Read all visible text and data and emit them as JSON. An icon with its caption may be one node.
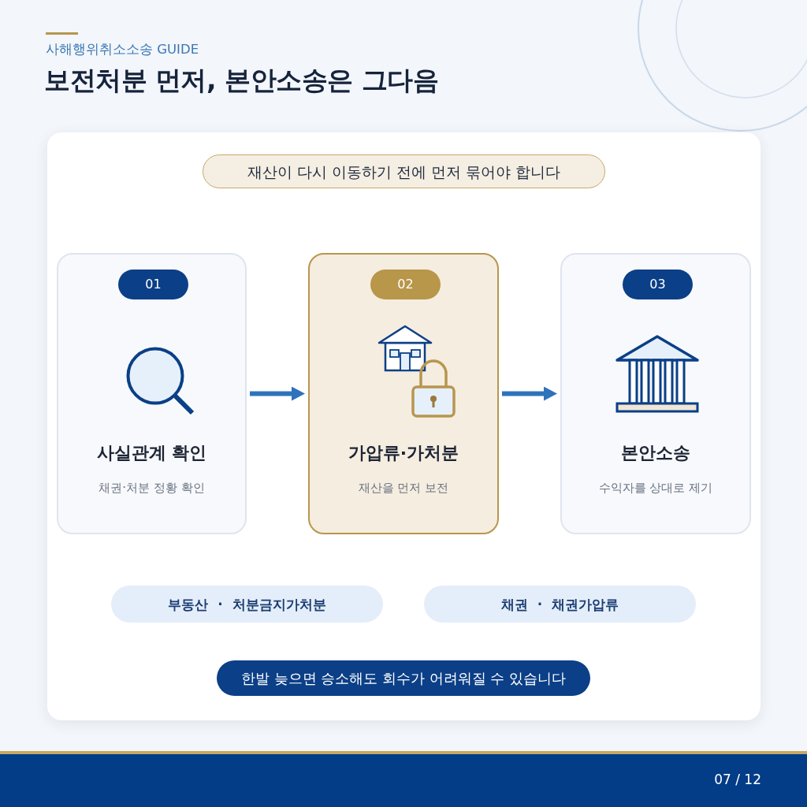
{
  "diagram": {
    "title": "보전처분 먼저, 본안소송은 그다음",
    "nodes": [
      {
        "text": [
          "재산이 다시 이동하기 전에 먼저 묶어야 합니다"
        ]
      },
      {
        "text": [
          "사실관계 확인",
          "채권·처분 정황 확인"
        ]
      },
      {
        "text": [
          "01"
        ],
        "in": 1
      },
      {
        "text": [
          "가압류·가처분",
          "재산을 먼저 보전"
        ]
      },
      {
        "text": [
          "02"
        ],
        "in": 3
      },
      {
        "text": [
          "본안소송",
          "수익자를 상대로 제기"
        ]
      },
      {
        "text": [
          "03"
        ],
        "in": 5
      },
      {
        "text": [
          "부동산  ·  처분금지가처분"
        ]
      },
      {
        "text": [
          "채권  ·  채권가압류"
        ]
      },
      {
        "text": [
          "한발 늦으면 승소해도 회수가 어려워질 수 있습니다"
        ]
      }
    ],
    "edges": [
      {
        "from": 1,
        "to": 3,
        "arrow": "to"
      },
      {
        "from": 3,
        "to": 5,
        "arrow": "to"
      }
    ],
    "labels": [
      "사해행위취소소송 GUIDE",
      "07 / 12"
    ]
  }
}
